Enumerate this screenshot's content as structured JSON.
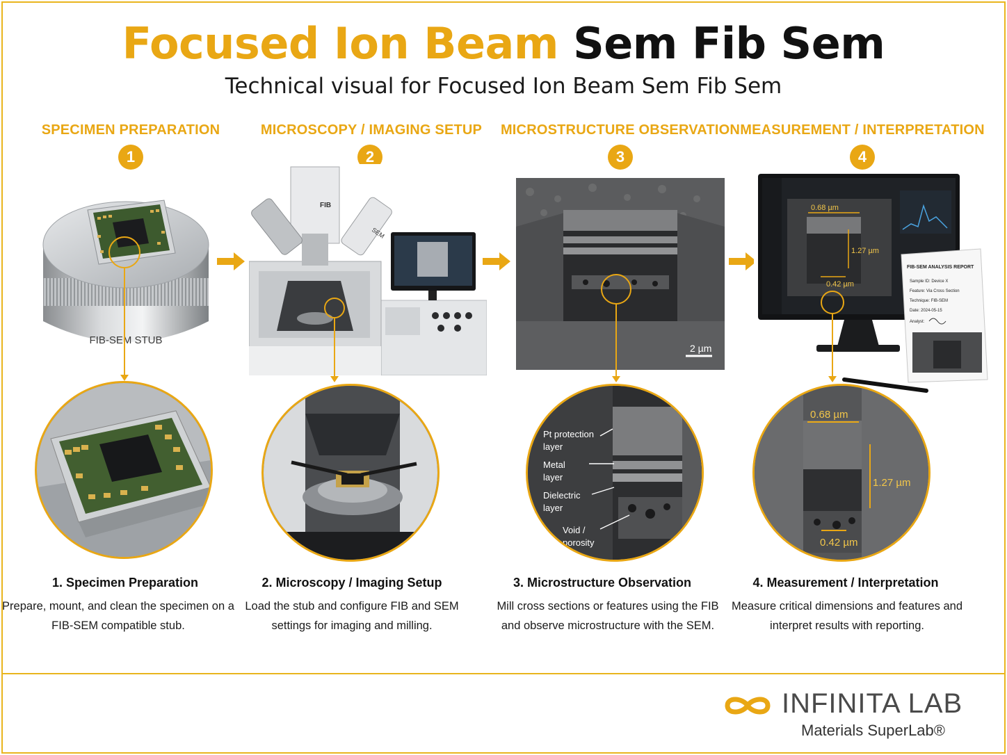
{
  "header": {
    "title_part1": "Focused Ion Beam",
    "title_part2": "Sem Fib Sem",
    "subtitle": "Technical visual for Focused Ion Beam Sem Fib Sem"
  },
  "steps": [
    {
      "number": "1",
      "heading": "SPECIMEN PREPARATION",
      "caption_title": "1. Specimen Preparation",
      "caption_text": "Prepare, mount, and clean the specimen on a FIB-SEM compatible stub.",
      "stub_label": "FIB-SEM STUB"
    },
    {
      "number": "2",
      "heading": "MICROSCOPY / IMAGING SETUP",
      "caption_title": "2. Microscopy / Imaging Setup",
      "caption_text": "Load the stub and configure FIB and SEM settings for imaging and milling.",
      "column_label_fib": "FIB",
      "column_label_sem": "SEM"
    },
    {
      "number": "3",
      "heading": "MICROSTRUCTURE OBSERVATION",
      "caption_title": "3. Microstructure Observation",
      "caption_text": "Mill cross sections or features using the FIB and observe microstructure with the SEM.",
      "scale_bar": "2 µm",
      "layers": [
        {
          "line1": "Pt protection",
          "line2": "layer"
        },
        {
          "line1": "Metal",
          "line2": "layer"
        },
        {
          "line1": "Dielectric",
          "line2": "layer"
        },
        {
          "line1": "Void /",
          "line2": "porosity"
        }
      ]
    },
    {
      "number": "4",
      "heading": "MEASUREMENT / INTERPRETATION",
      "caption_title": "4. Measurement / Interpretation",
      "caption_text": "Measure critical dimensions and features and interpret results with reporting.",
      "measurements": {
        "width": "0.68 µm",
        "height": "1.27 µm",
        "bottom": "0.42 µm"
      },
      "report": {
        "title": "FIB-SEM ANALYSIS REPORT",
        "sample": "Sample ID: Device X",
        "feature": "Feature: Via Cross Section",
        "technique": "Technique: FIB-SEM",
        "date": "Date: 2024-05-15",
        "analyst": "Analyst:"
      }
    }
  ],
  "brand": {
    "name": "INFINITA LAB",
    "tagline": "Materials SuperLab®"
  },
  "colors": {
    "accent": "#e9a714",
    "border": "#e9b51d",
    "text": "#111111"
  }
}
